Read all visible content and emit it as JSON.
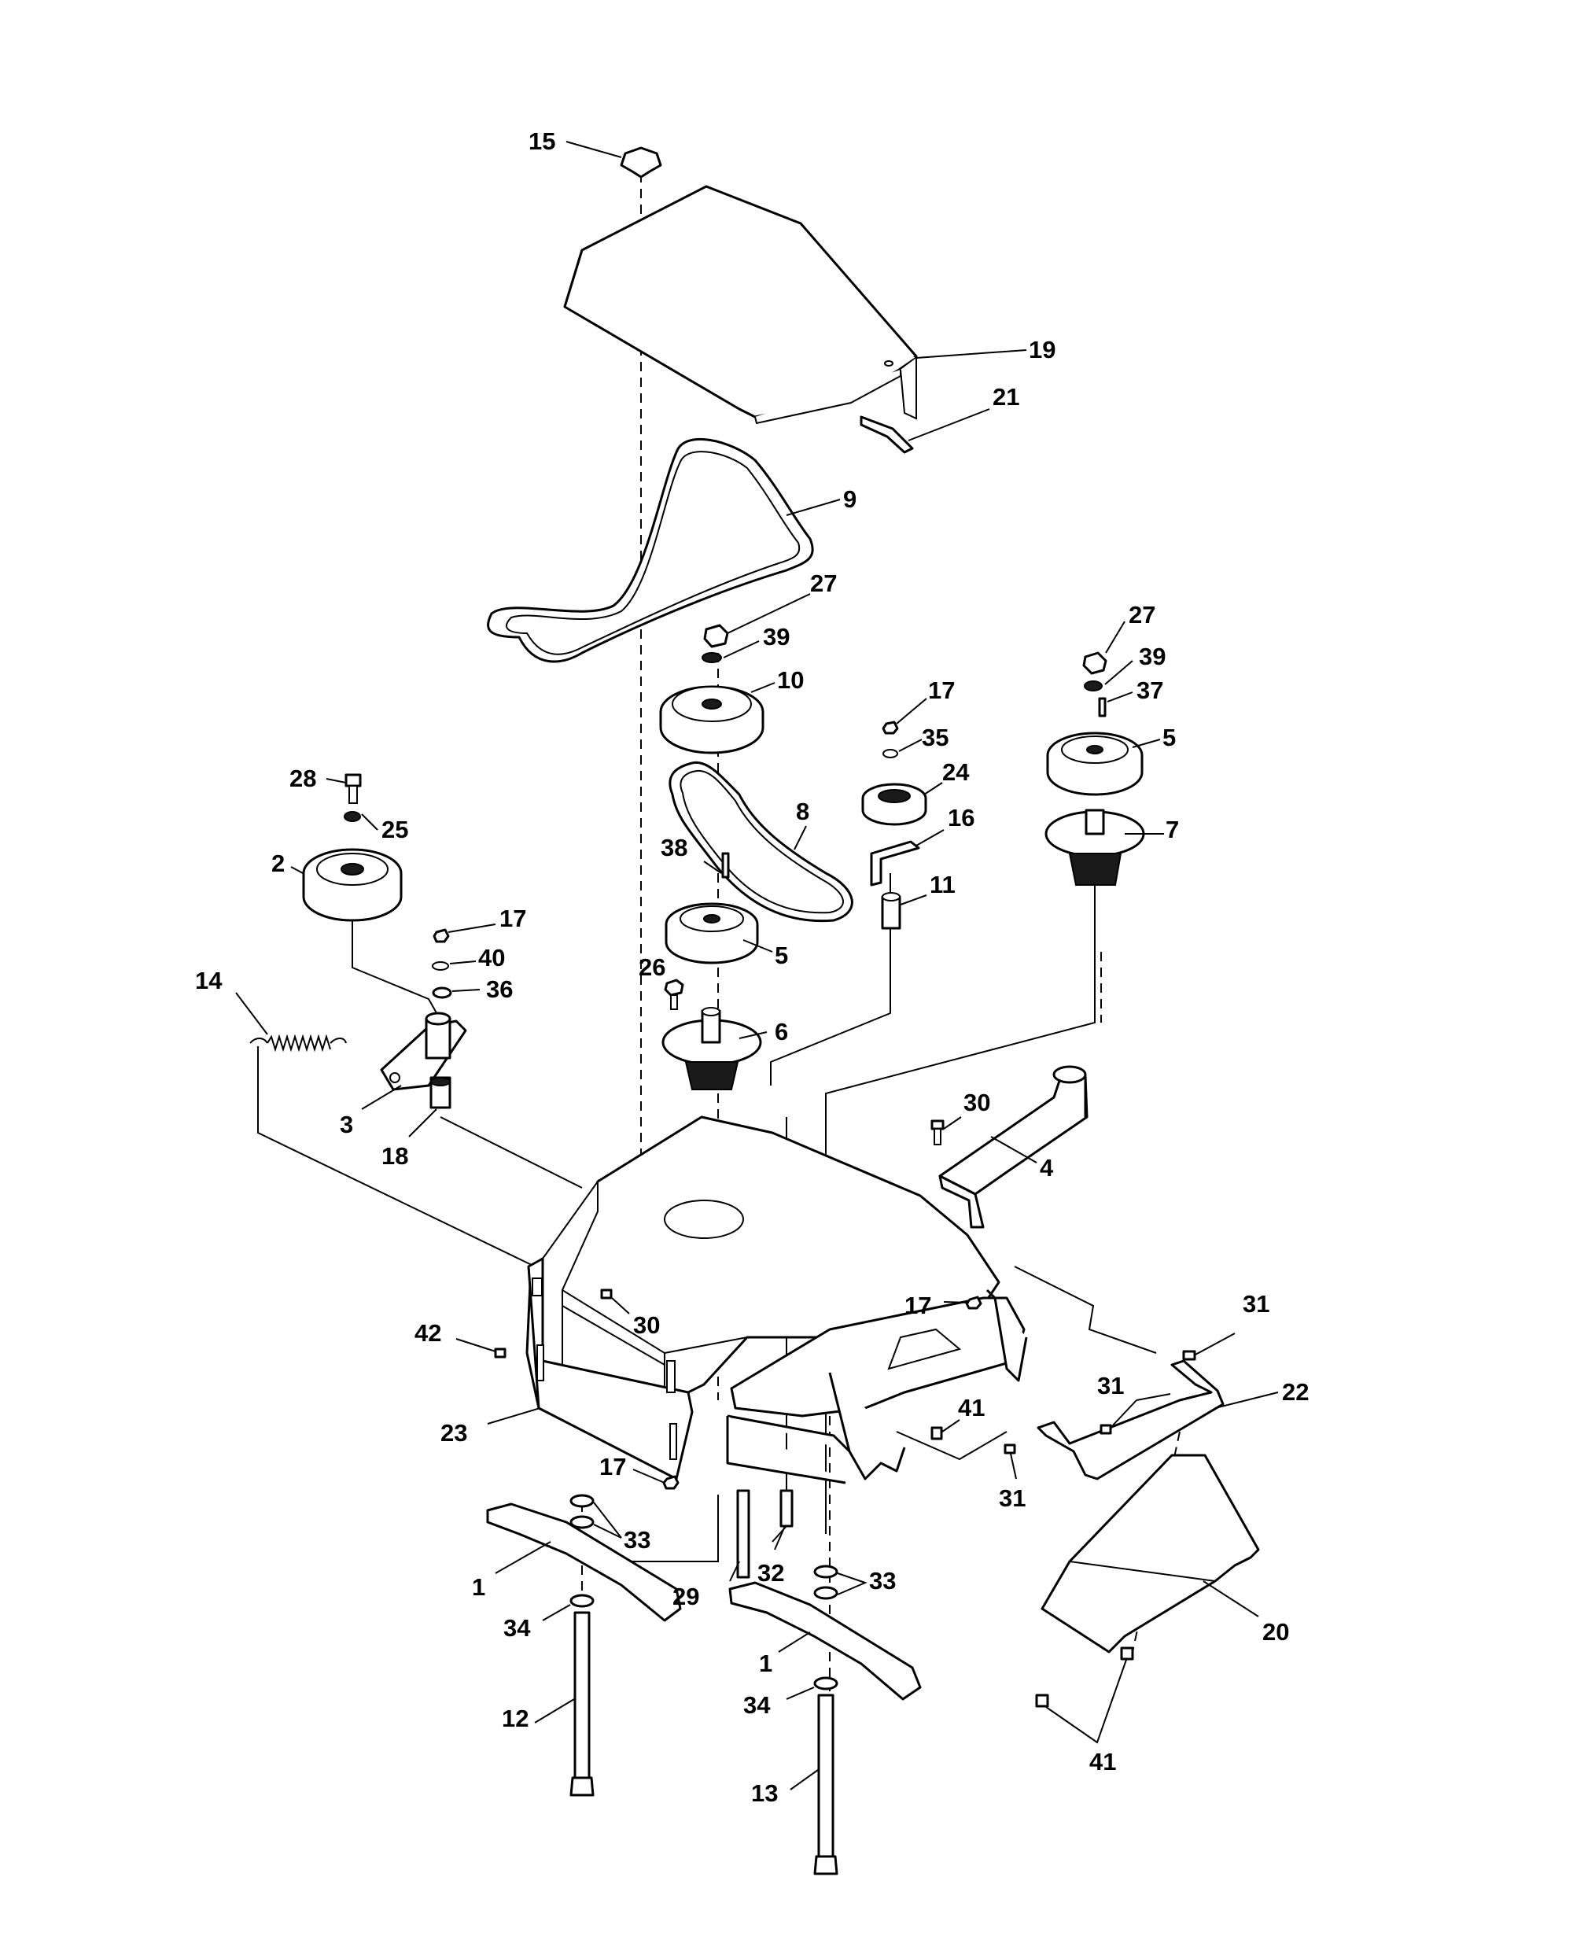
{
  "callouts": [
    {
      "id": "c15",
      "text": "15"
    },
    {
      "id": "c19",
      "text": "19"
    },
    {
      "id": "c21",
      "text": "21"
    },
    {
      "id": "c9",
      "text": "9"
    },
    {
      "id": "c27a",
      "text": "27"
    },
    {
      "id": "c39a",
      "text": "39"
    },
    {
      "id": "c10",
      "text": "10"
    },
    {
      "id": "c27b",
      "text": "27"
    },
    {
      "id": "c39b",
      "text": "39"
    },
    {
      "id": "c37",
      "text": "37"
    },
    {
      "id": "c17a",
      "text": "17"
    },
    {
      "id": "c35",
      "text": "35"
    },
    {
      "id": "c5a",
      "text": "5"
    },
    {
      "id": "c24",
      "text": "24"
    },
    {
      "id": "c8",
      "text": "8"
    },
    {
      "id": "c16",
      "text": "16"
    },
    {
      "id": "c7",
      "text": "7"
    },
    {
      "id": "c28",
      "text": "28"
    },
    {
      "id": "c25",
      "text": "25"
    },
    {
      "id": "c2",
      "text": "2"
    },
    {
      "id": "c38",
      "text": "38"
    },
    {
      "id": "c11",
      "text": "11"
    },
    {
      "id": "c17b",
      "text": "17"
    },
    {
      "id": "c40",
      "text": "40"
    },
    {
      "id": "c5b",
      "text": "5"
    },
    {
      "id": "c14",
      "text": "14"
    },
    {
      "id": "c26",
      "text": "26"
    },
    {
      "id": "c36",
      "text": "36"
    },
    {
      "id": "c6",
      "text": "6"
    },
    {
      "id": "c3",
      "text": "3"
    },
    {
      "id": "c18",
      "text": "18"
    },
    {
      "id": "c30a",
      "text": "30"
    },
    {
      "id": "c4",
      "text": "4"
    },
    {
      "id": "c17c",
      "text": "17"
    },
    {
      "id": "c42",
      "text": "42"
    },
    {
      "id": "c30b",
      "text": "30"
    },
    {
      "id": "c31a",
      "text": "31"
    },
    {
      "id": "c31b",
      "text": "31"
    },
    {
      "id": "c22",
      "text": "22"
    },
    {
      "id": "c41a",
      "text": "41"
    },
    {
      "id": "c23",
      "text": "23"
    },
    {
      "id": "c17d",
      "text": "17"
    },
    {
      "id": "c31c",
      "text": "31"
    },
    {
      "id": "c33a",
      "text": "33"
    },
    {
      "id": "c1a",
      "text": "1"
    },
    {
      "id": "c29",
      "text": "29"
    },
    {
      "id": "c32",
      "text": "32"
    },
    {
      "id": "c33b",
      "text": "33"
    },
    {
      "id": "c34a",
      "text": "34"
    },
    {
      "id": "c20",
      "text": "20"
    },
    {
      "id": "c1b",
      "text": "1"
    },
    {
      "id": "c12",
      "text": "12"
    },
    {
      "id": "c34b",
      "text": "34"
    },
    {
      "id": "c13",
      "text": "13"
    },
    {
      "id": "c41b",
      "text": "41"
    }
  ]
}
